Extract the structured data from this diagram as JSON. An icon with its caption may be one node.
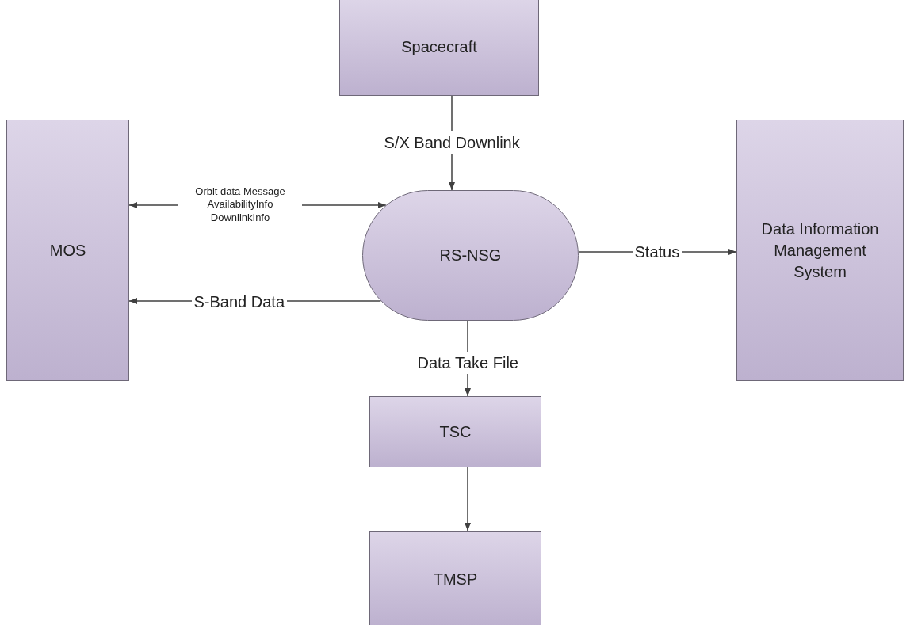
{
  "diagram": {
    "nodes": [
      {
        "text": [
          "Spacecraft"
        ]
      },
      {
        "text": [
          "MOS"
        ]
      },
      {
        "text": [
          "RS-NSG"
        ]
      },
      {
        "text": [
          "Data Information Management System"
        ]
      },
      {
        "text": [
          "TSC"
        ]
      },
      {
        "text": [
          "TMSP"
        ]
      }
    ],
    "edges": [
      {
        "from": 0,
        "to": 2,
        "arrow": "to",
        "label": "S/X Band Downlink"
      },
      {
        "from": 1,
        "to": 2,
        "arrow": "both",
        "label": "Orbit data Message AvailabilityInfo DownlinkInfo"
      },
      {
        "from": 2,
        "to": 1,
        "arrow": "to",
        "label": "S-Band Data"
      },
      {
        "from": 2,
        "to": 3,
        "arrow": "to",
        "label": "Status"
      },
      {
        "from": 2,
        "to": 4,
        "arrow": "to",
        "label": "Data Take File"
      },
      {
        "from": 4,
        "to": 5,
        "arrow": "to"
      }
    ]
  }
}
